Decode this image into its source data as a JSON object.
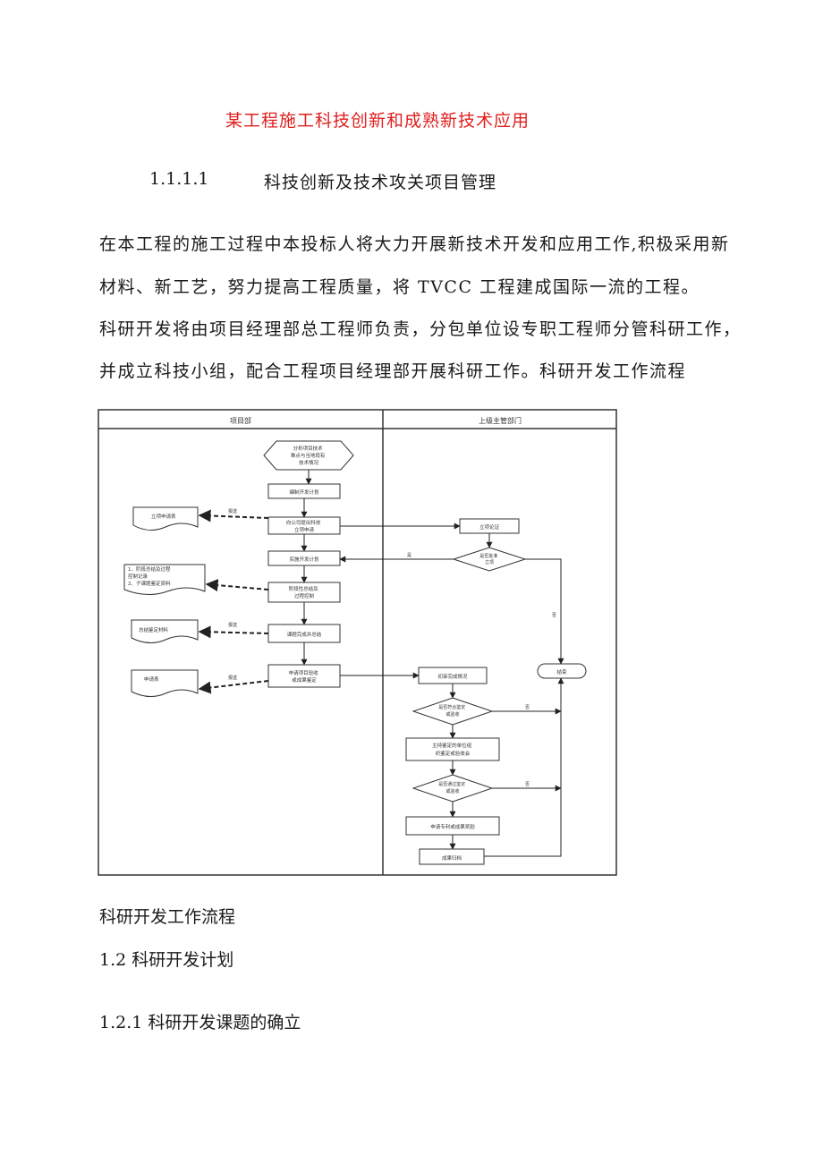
{
  "document": {
    "title": "某工程施工科技创新和成熟新技术应用",
    "section_number": "1.1.1.1",
    "section_title": "科技创新及技术攻关项目管理",
    "paragraph1": [
      "在本工程的施工过程中本投标人将大力开展新技术开发和应用工作,积极采用新",
      "材料、新工艺，努力提高工程质量，将 TVCC 工程建成国际一流的工程。"
    ],
    "paragraph2": [
      "科研开发将由项目经理部总工程师负责，分包单位设专职工程师分管科研工作，",
      "并成立科技小组，配合工程项目经理部开展科研工作。科研开发工作流程"
    ],
    "figure_caption": "科研开发工作流程",
    "heading_1_2": "1.2 科研开发计划",
    "heading_1_2_1": "1.2.1 科研开发课题的确立"
  },
  "flowchart": {
    "col_left": "项目部",
    "col_right": "上级主管部门",
    "nodes": {
      "analyze": [
        "分析项目技术",
        "难点与当地现有",
        "技术情况"
      ],
      "plan": "编制开发计划",
      "apply": [
        "向公司提出科技",
        "立项申请"
      ],
      "implement": "实施开发计划",
      "summary": [
        "阶段性总结及",
        "过程控制"
      ],
      "complete": "课题完成并总结",
      "appraisal_apply": [
        "申请项目验收",
        "或成果鉴定"
      ],
      "doc_apply_form": "立项申请表",
      "doc_records": [
        "1、阶段总结及过程",
        "控制记录",
        "2、子课题鉴定资料"
      ],
      "doc_summary": "总结鉴定材料",
      "doc_form": "申请表",
      "approval": "立项论证",
      "approve_q": [
        "是否批准",
        "立项"
      ],
      "review": "初审完成情况",
      "q1": [
        "是否符合鉴定",
        "或验收"
      ],
      "org": [
        "主持鉴定的单位组",
        "织鉴定或验收会"
      ],
      "q2": [
        "是否通过鉴定",
        "或验收"
      ],
      "patent": "申请专利或成果奖励",
      "archive": "成果归档",
      "end": "结束"
    },
    "labels": {
      "submit": "报送",
      "no": "否",
      "yes": "是"
    }
  }
}
